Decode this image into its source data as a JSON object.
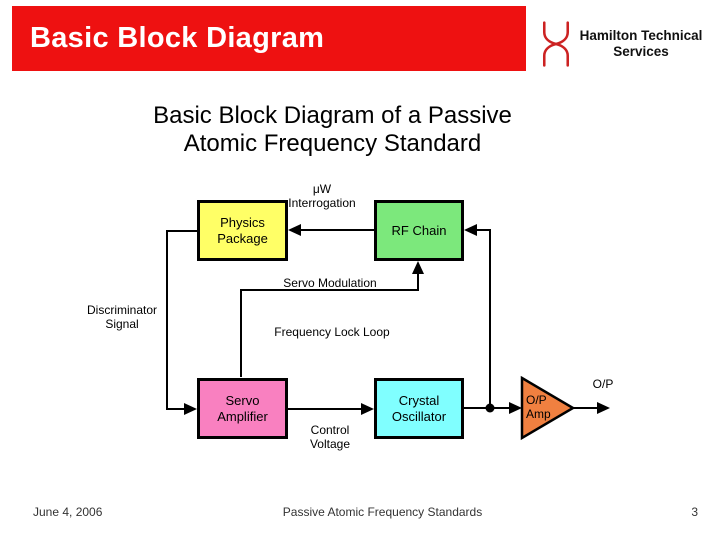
{
  "header": {
    "title": "Basic Block Diagram",
    "bar_color": "#EE1111"
  },
  "logo": {
    "org_line1": "Hamilton Technical",
    "org_line2": "Services",
    "glyph": "hourglass-monogram",
    "glyph_color": "#CC2222"
  },
  "title": "Basic Block Diagram of a Passive\nAtomic Frequency Standard",
  "diagram": {
    "blocks": [
      {
        "id": "physics-package",
        "label": "Physics\nPackage",
        "fill": "#FFFF66"
      },
      {
        "id": "rf-chain",
        "label": "RF Chain",
        "fill": "#7CE87C"
      },
      {
        "id": "servo-amplifier",
        "label": "Servo\nAmplifier",
        "fill": "#F980C0"
      },
      {
        "id": "crystal-oscillator",
        "label": "Crystal\nOscillator",
        "fill": "#80FFFF"
      },
      {
        "id": "op-amp",
        "label": "O/P\nAmp",
        "fill": "#F08040"
      }
    ],
    "labels": {
      "uw_interrogation": "μW\nInterrogation",
      "servo_modulation": "Servo Modulation",
      "frequency_lock_loop": "Frequency Lock Loop",
      "discriminator_signal": "Discriminator\nSignal",
      "control_voltage": "Control\nVoltage",
      "output": "O/P"
    },
    "line_color": "#000000"
  },
  "footer": {
    "date": "June 4, 2006",
    "title": "Passive Atomic Frequency Standards",
    "page": "3"
  }
}
